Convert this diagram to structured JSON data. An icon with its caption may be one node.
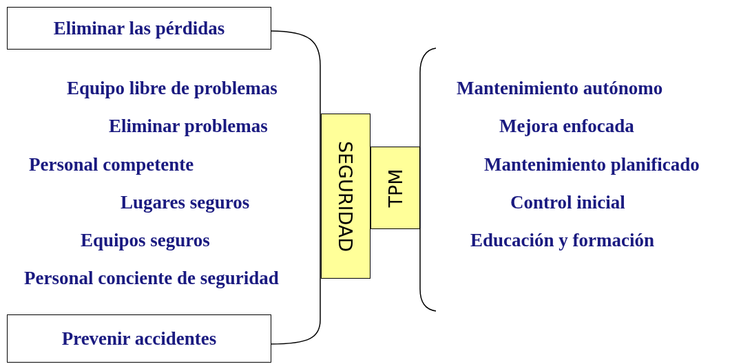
{
  "diagram": {
    "nodes": [
      {
        "text": [
          "Eliminar las pérdidas"
        ]
      },
      {
        "text": [
          "Prevenir accidentes"
        ]
      },
      {
        "text": [
          "SEGURIDAD"
        ]
      },
      {
        "text": [
          "TPM"
        ]
      }
    ],
    "labels": [
      "Equipo libre de problemas",
      "Eliminar problemas",
      "Personal competente",
      "Lugares seguros",
      "Equipos seguros",
      "Personal conciente de seguridad",
      "Mantenimiento autónomo",
      "Mejora enfocada",
      "Mantenimiento planificado",
      "Control inicial",
      "Educación y formación"
    ]
  }
}
